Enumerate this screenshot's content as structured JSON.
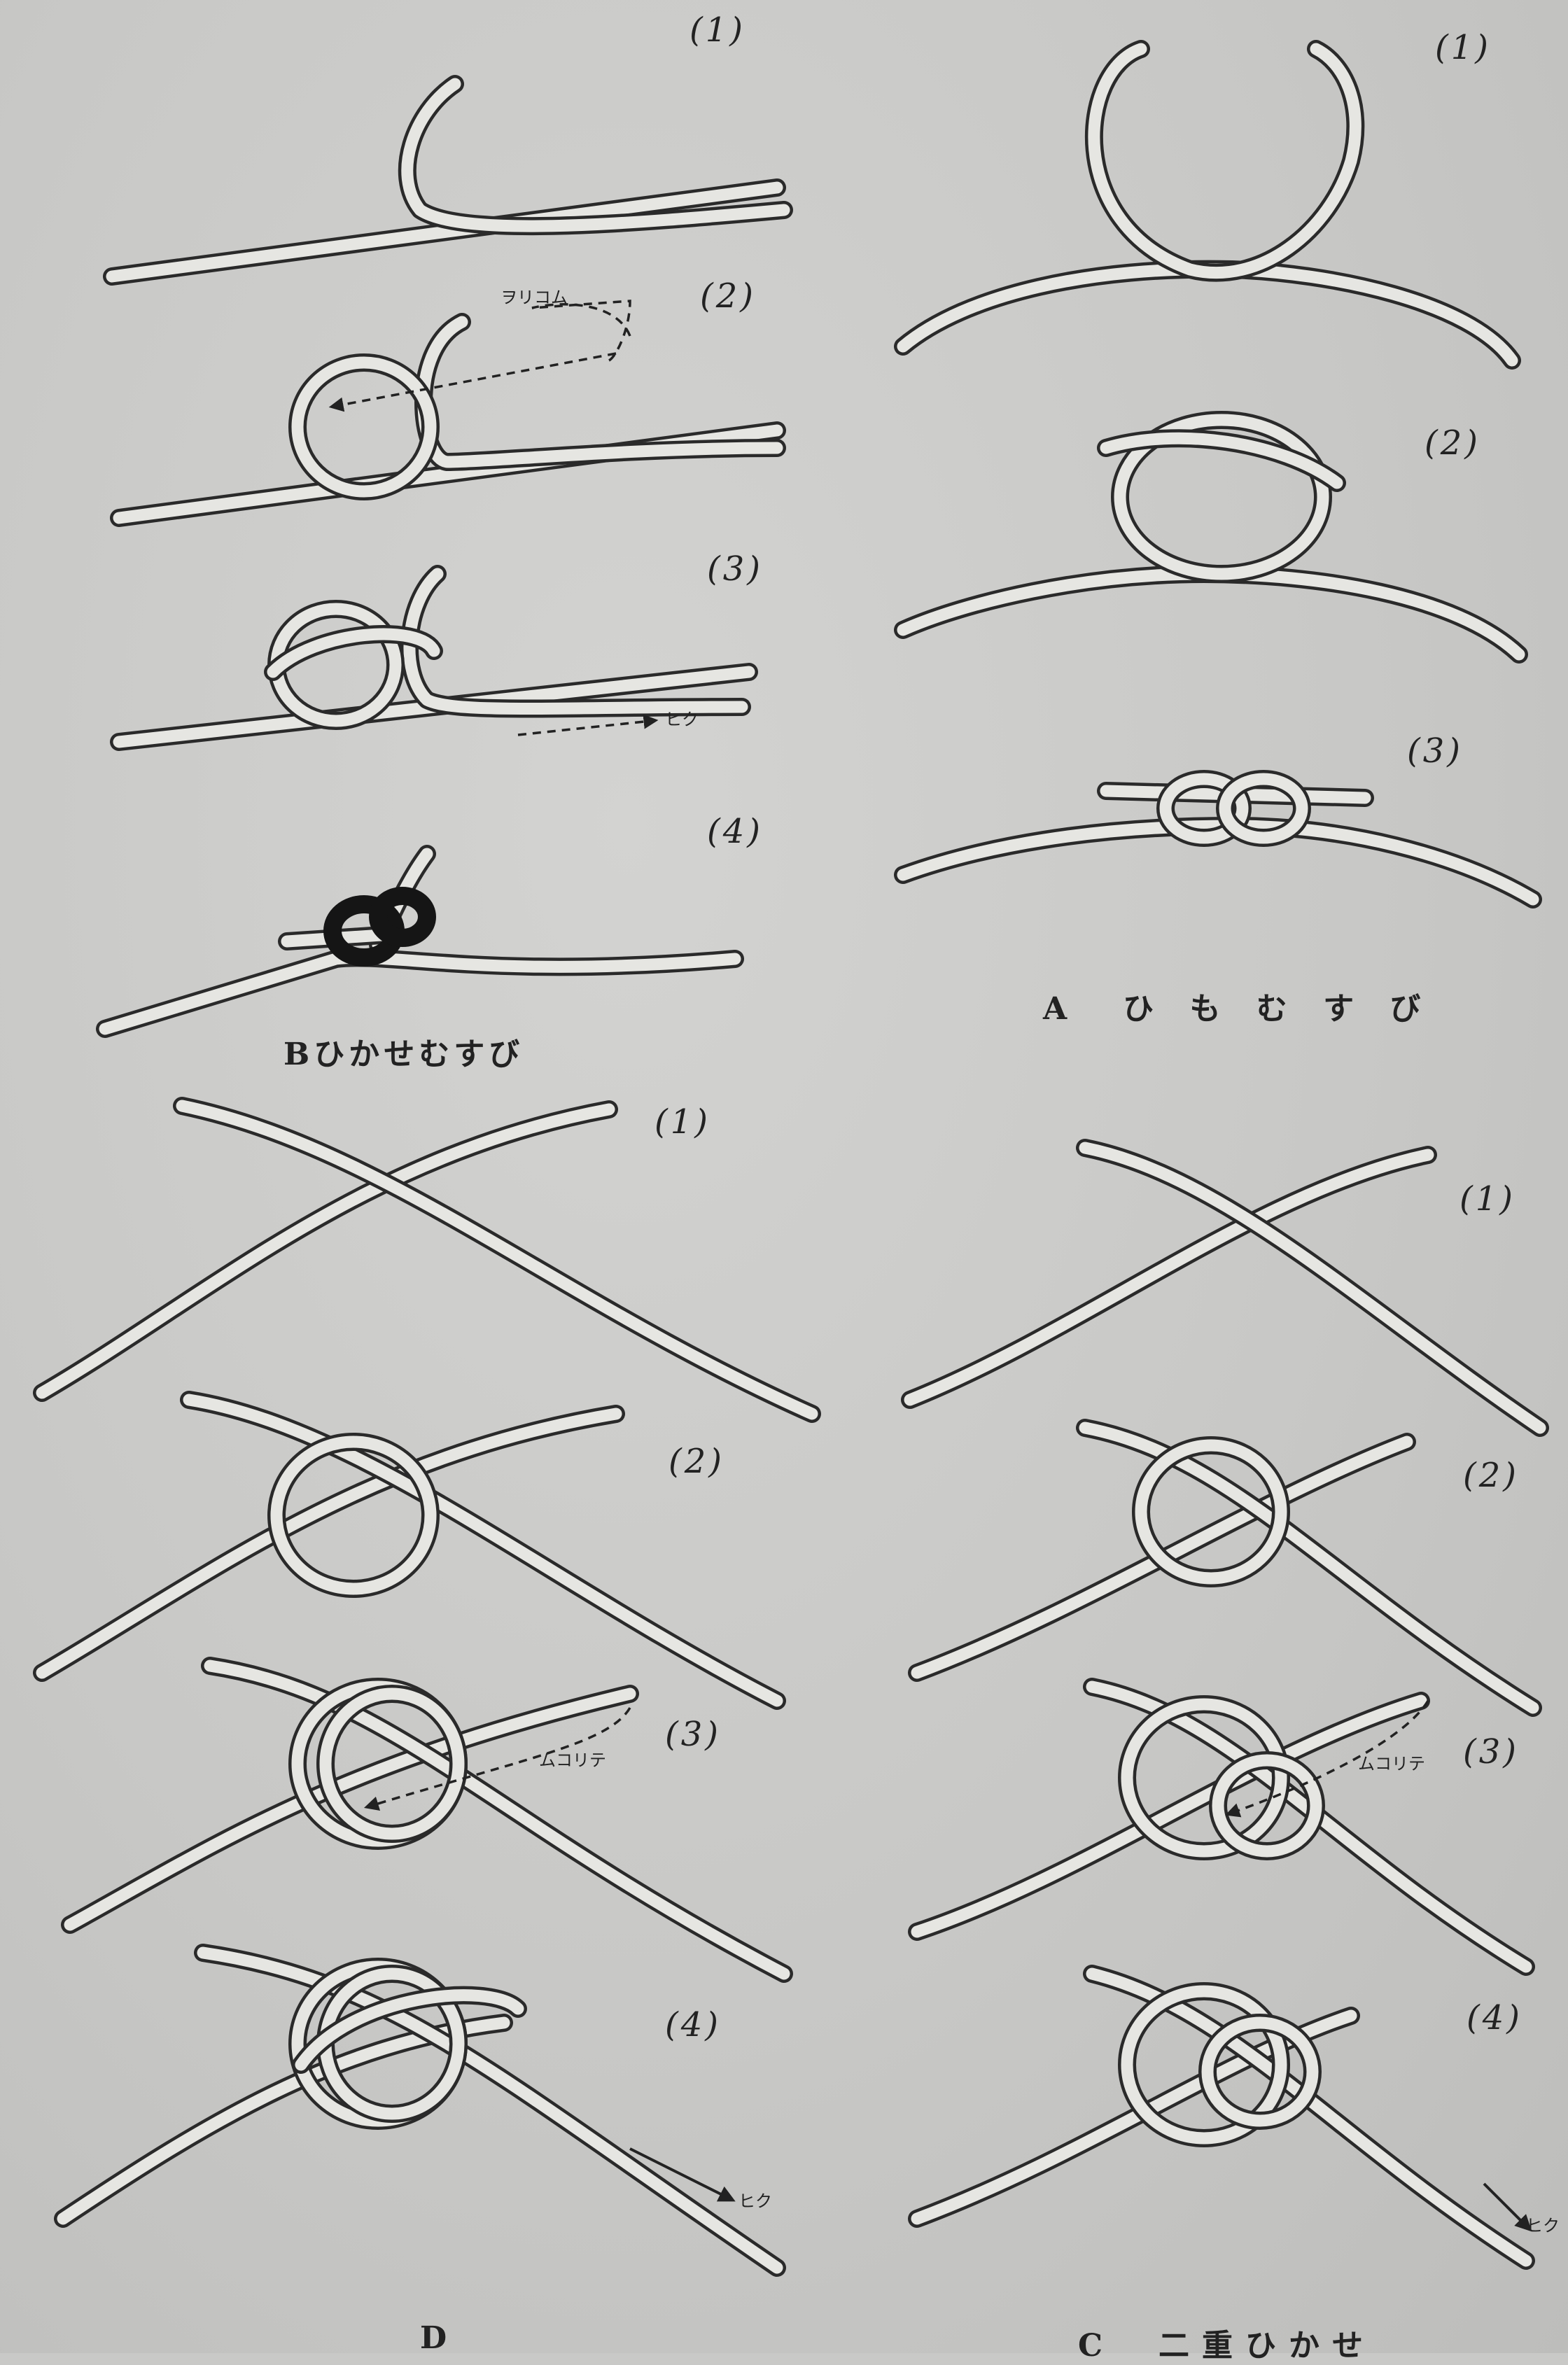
{
  "sections": {
    "A": {
      "caption": "A　ひ も む す び",
      "steps": [
        "(1)",
        "(2)",
        "(3)"
      ]
    },
    "B": {
      "caption": "Bひかせむすび",
      "steps": [
        "(1)",
        "(2)",
        "(3)",
        "(4)"
      ],
      "notes": {
        "tuck": "ヲリコム",
        "pull": "ヒク"
      }
    },
    "C": {
      "caption": "C　二重ひかせ",
      "steps": [
        "(1)",
        "(2)",
        "(3)",
        "(4)"
      ],
      "notes": {
        "tuck": "ムコリテ",
        "pull": "ヒク"
      }
    },
    "D": {
      "caption": "D",
      "steps": [
        "(1)",
        "(2)",
        "(3)",
        "(4)"
      ],
      "notes": {
        "tuck": "ムコリテ",
        "pull": "ヒク"
      }
    }
  }
}
